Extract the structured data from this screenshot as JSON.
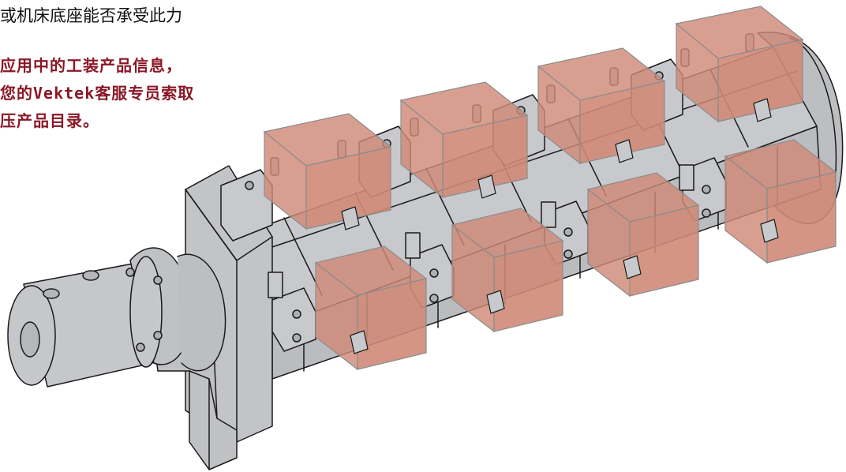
{
  "heading": {
    "text": "或机床底座能否承受此力"
  },
  "note": {
    "lines": [
      "应用中的工装产品信息，",
      "您的Vektek客服专员索取",
      "压产品目录。"
    ]
  },
  "colors": {
    "metal": "#c3c4c7",
    "metal_dark": "#a9aaad",
    "part_fill": "#cf8a78",
    "part_edge": "#8f8f8f",
    "note_text": "#8a1826"
  }
}
